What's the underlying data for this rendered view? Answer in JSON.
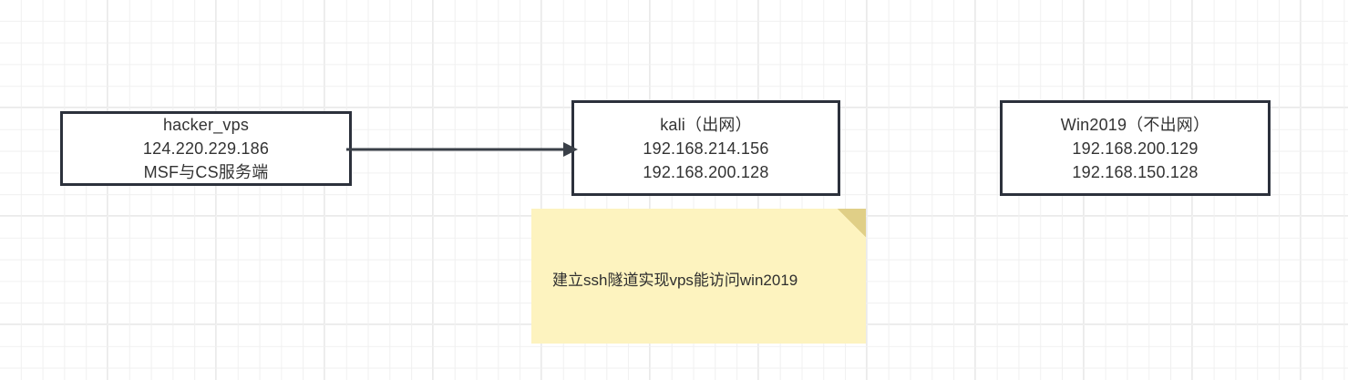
{
  "canvas": {
    "background_color": "#ffffff",
    "grid_color": "#f0f0f0",
    "grid_major_color": "#eaeaea"
  },
  "nodes": [
    {
      "id": "hacker-vps",
      "border_color": "#2c313c",
      "fill_color": "#ffffff",
      "lines": [
        "hacker_vps",
        "124.220.229.186",
        "MSF与CS服务端"
      ]
    },
    {
      "id": "kali",
      "border_color": "#2c313c",
      "fill_color": "#ffffff",
      "lines": [
        "kali（出网）",
        "192.168.214.156",
        "192.168.200.128"
      ]
    },
    {
      "id": "win2019",
      "border_color": "#2c313c",
      "fill_color": "#ffffff",
      "lines": [
        "Win2019（不出网）",
        "192.168.200.129",
        "192.168.150.128"
      ]
    }
  ],
  "connectors": [
    {
      "id": "vps-to-kali",
      "from": "hacker-vps",
      "to": "kali",
      "color": "#3a4048",
      "style": "solid-arrow"
    }
  ],
  "sticky_note": {
    "text": "建立ssh隧道实现vps能访问win2019",
    "fill_color": "#fdf3bf",
    "fold_color": "#e0cf87",
    "text_color": "#2e2e2e"
  }
}
